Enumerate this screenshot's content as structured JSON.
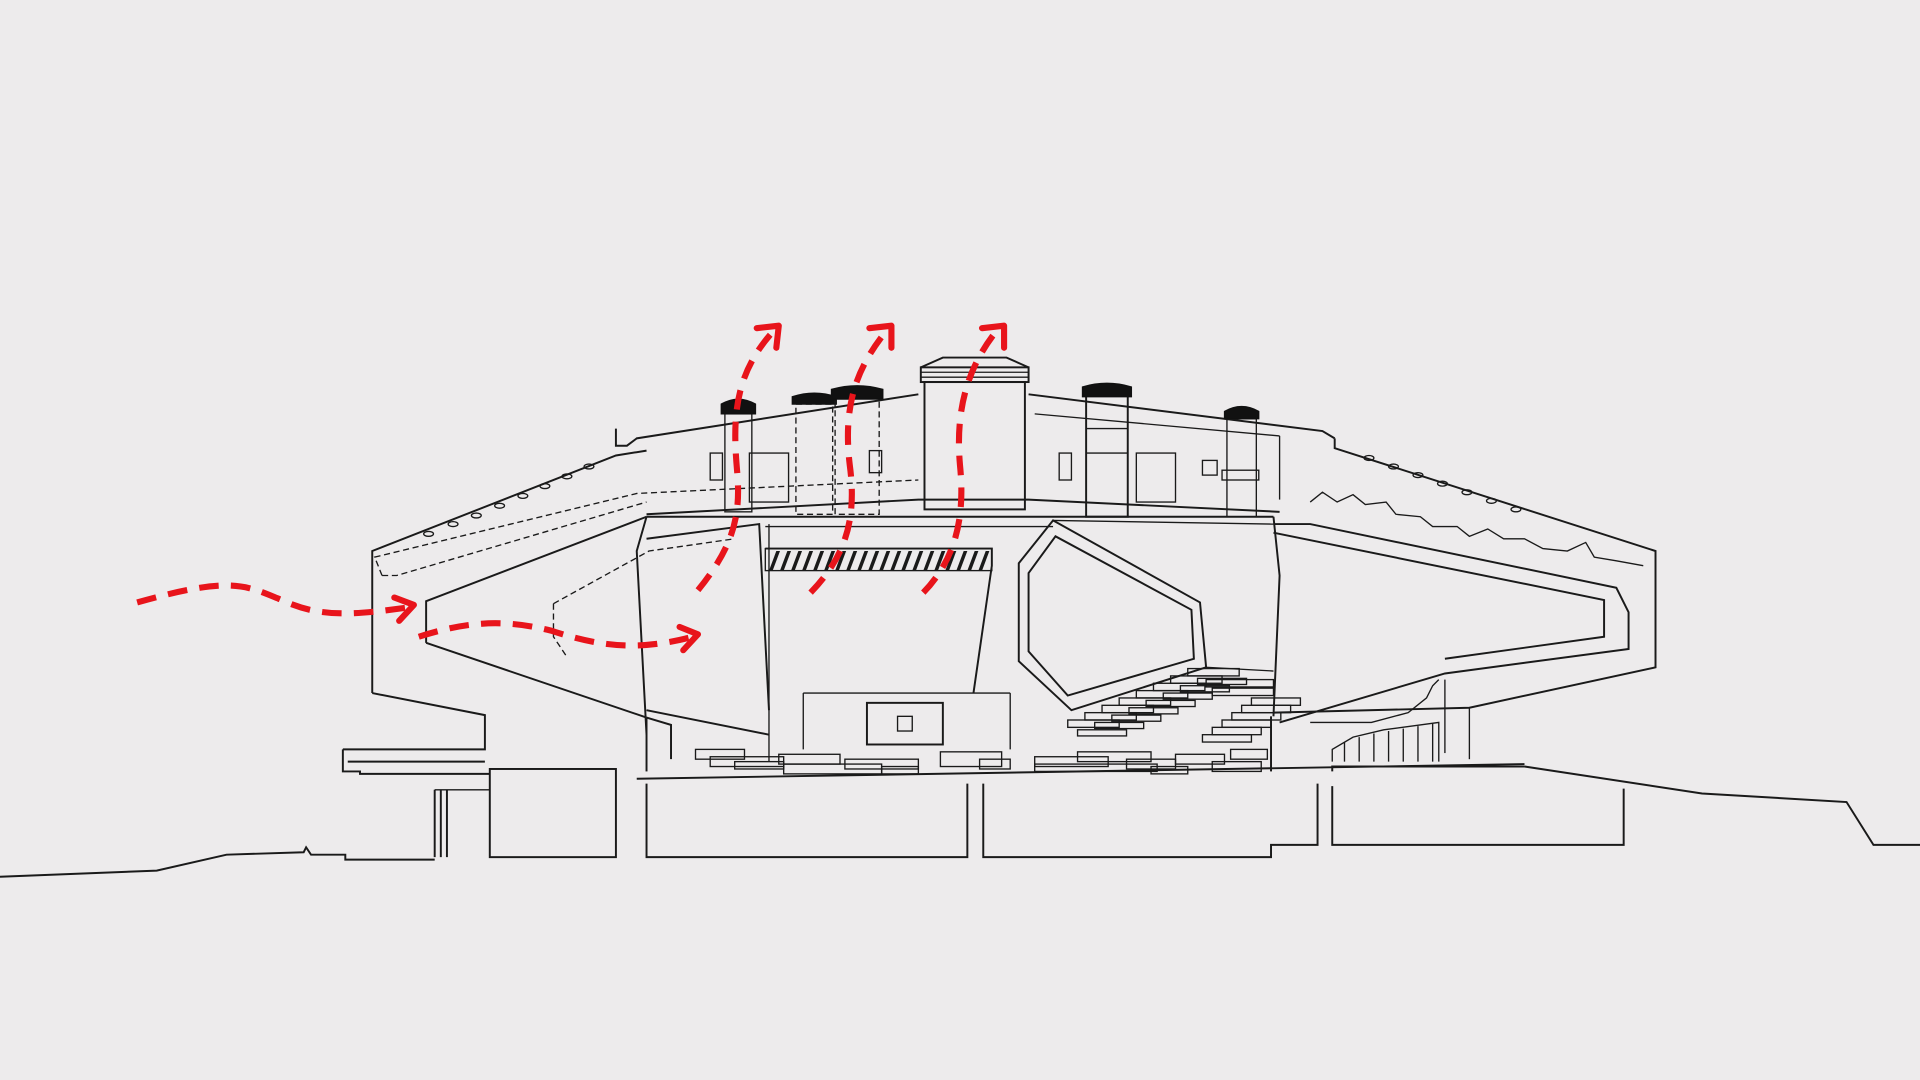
{
  "figure": {
    "background_color": "#edebec",
    "line_color": "#1a1a1a",
    "airflow_color": "#e8141b"
  },
  "building": {
    "elements": [
      "ground-line",
      "left-cantilever-wing",
      "right-cantilever-wing",
      "roof-deck",
      "ventilation-stacks",
      "central-lantern",
      "hexagonal-void",
      "auditorium-seating",
      "basement-volumes"
    ]
  },
  "airflow": {
    "inflow_paths": 2,
    "exhaust_paths": 3
  }
}
